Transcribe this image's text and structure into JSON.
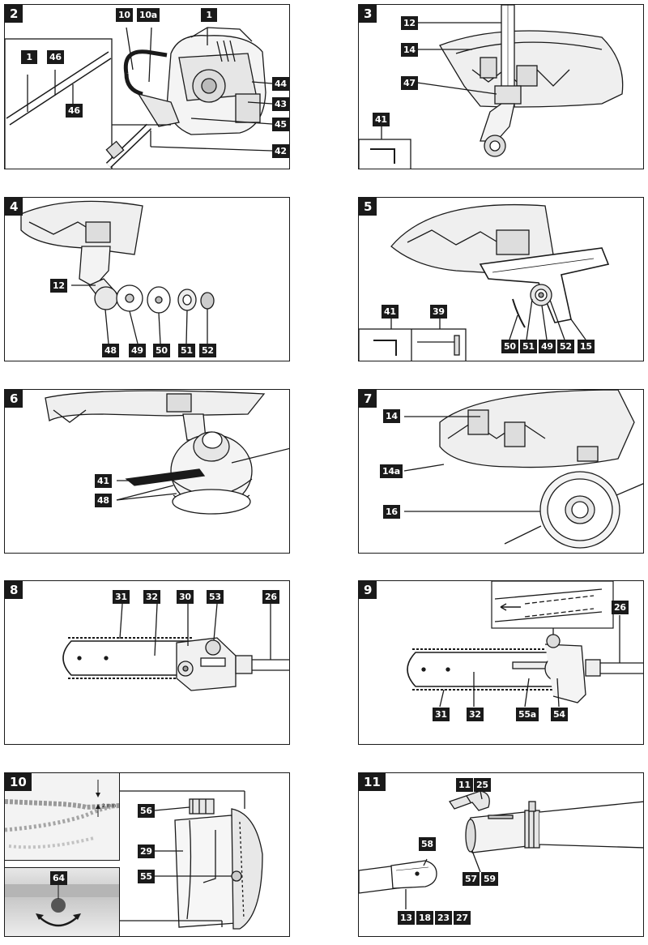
{
  "panels": {
    "p2": {
      "number": "2",
      "labels": {
        "l1": "1",
        "l10": "10",
        "l10a": "10a",
        "l44": "44",
        "l43": "43",
        "l45": "45",
        "l42": "42"
      },
      "inset_labels": {
        "i1": "1",
        "i46a": "46",
        "i46b": "46"
      }
    },
    "p3": {
      "number": "3",
      "labels": {
        "l12": "12",
        "l14": "14",
        "l47": "47"
      },
      "inset_labels": {
        "i41": "41"
      }
    },
    "p4": {
      "number": "4",
      "labels": {
        "l12": "12",
        "l48": "48",
        "l49": "49",
        "l50": "50",
        "l51": "51",
        "l52": "52"
      }
    },
    "p5": {
      "number": "5",
      "labels": {
        "l50": "50",
        "l51": "51",
        "l49": "49",
        "l52": "52",
        "l15": "15"
      },
      "inset_labels": {
        "i41": "41",
        "i39": "39"
      }
    },
    "p6": {
      "number": "6",
      "labels": {
        "l41": "41",
        "l48": "48"
      }
    },
    "p7": {
      "number": "7",
      "labels": {
        "l14": "14",
        "l14a": "14a",
        "l16": "16"
      }
    },
    "p8": {
      "number": "8",
      "labels": {
        "l31": "31",
        "l32": "32",
        "l30": "30",
        "l53": "53",
        "l26": "26"
      }
    },
    "p9": {
      "number": "9",
      "labels": {
        "l26": "26",
        "l31": "31",
        "l32": "32",
        "l55a": "55a",
        "l54": "54"
      }
    },
    "p10": {
      "number": "10",
      "labels": {
        "l56": "56",
        "l29": "29",
        "l55": "55"
      },
      "inset_labels": {
        "i64": "64"
      },
      "gap_note": "2 mm"
    },
    "p11": {
      "number": "11",
      "labels": {
        "l11": "11",
        "l25": "25",
        "l58": "58",
        "l57": "57",
        "l59": "59",
        "l13": "13",
        "l18": "18",
        "l23": "23",
        "l27": "27"
      }
    }
  },
  "colors": {
    "ink": "#1a1a1a",
    "background": "#ffffff",
    "photo_grey": "#d8d8d8"
  }
}
